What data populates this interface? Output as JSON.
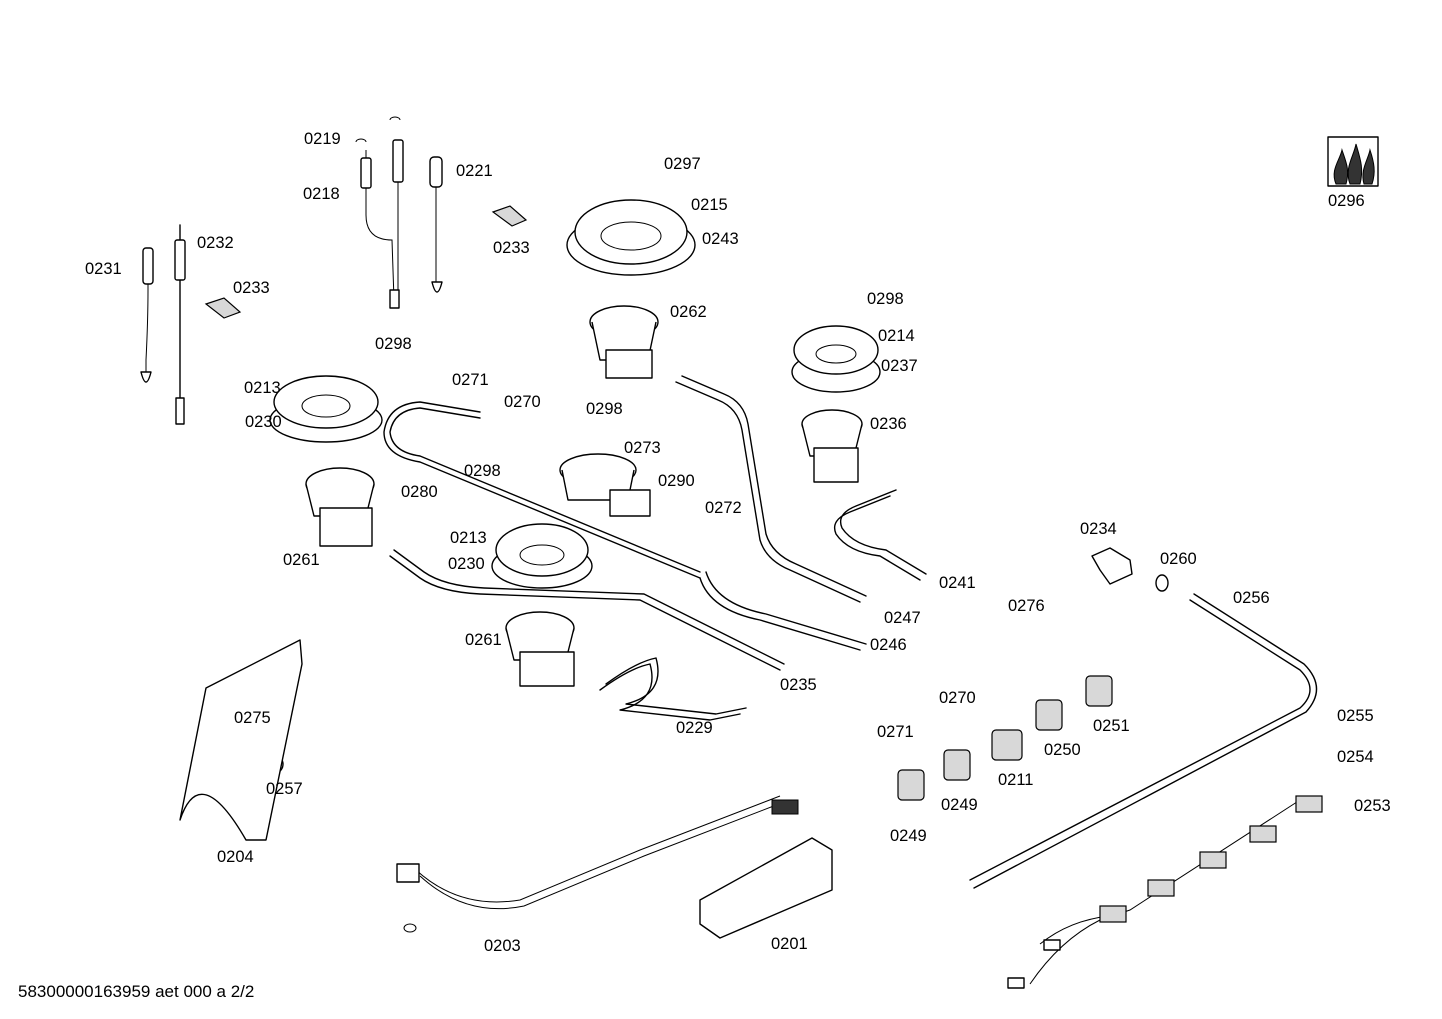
{
  "footer": "58300000163959 aet 000 a 2/2",
  "labels": {
    "l0201": "0201",
    "l0203": "0203",
    "l0204": "0204",
    "l0211": "0211",
    "l0213a": "0213",
    "l0213b": "0213",
    "l0214": "0214",
    "l0215": "0215",
    "l0218": "0218",
    "l0219": "0219",
    "l0221": "0221",
    "l0229": "0229",
    "l0230a": "0230",
    "l0230b": "0230",
    "l0231": "0231",
    "l0232": "0232",
    "l0233a": "0233",
    "l0233b": "0233",
    "l0234": "0234",
    "l0235": "0235",
    "l0236": "0236",
    "l0237": "0237",
    "l0241": "0241",
    "l0243": "0243",
    "l0246": "0246",
    "l0247": "0247",
    "l0249a": "0249",
    "l0249b": "0249",
    "l0250": "0250",
    "l0251": "0251",
    "l0253": "0253",
    "l0254": "0254",
    "l0255": "0255",
    "l0256": "0256",
    "l0257": "0257",
    "l0260": "0260",
    "l0261a": "0261",
    "l0261b": "0261",
    "l0262": "0262",
    "l0270a": "0270",
    "l0270b": "0270",
    "l0271a": "0271",
    "l0271b": "0271",
    "l0272": "0272",
    "l0273": "0273",
    "l0275": "0275",
    "l0276": "0276",
    "l0280": "0280",
    "l0290": "0290",
    "l0296": "0296",
    "l0297": "0297",
    "l0298a": "0298",
    "l0298b": "0298",
    "l0298c": "0298",
    "l0298d": "0298"
  }
}
